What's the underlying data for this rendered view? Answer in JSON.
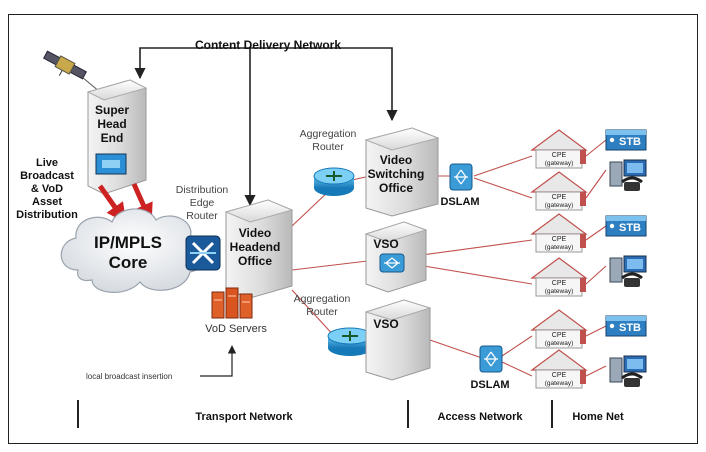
{
  "title": "Content Delivery Network",
  "nodes": {
    "super_head_end": [
      "Super",
      "Head",
      "End"
    ],
    "live_broadcast": [
      "Live",
      "Broadcast",
      "& VoD",
      "Asset",
      "Distribution"
    ],
    "core": [
      "IP/MPLS",
      "Core"
    ],
    "distribution_router": [
      "Distribution",
      "Edge",
      "Router"
    ],
    "video_headend_office": [
      "Video",
      "Headend",
      "Office"
    ],
    "vod_servers": "VoD Servers",
    "local_insertion": "local broadcast insertion",
    "aggregation_router_top": [
      "Aggregation",
      "Router"
    ],
    "aggregation_router_bottom": [
      "Aggregation",
      "Router"
    ],
    "vso_top": [
      "Video",
      "Switching",
      "Office"
    ],
    "vso_middle": "VSO",
    "vso_bottom": "VSO",
    "dslam_top": "DSLAM",
    "dslam_bottom": "DSLAM"
  },
  "home": {
    "cpe_label": "CPE",
    "gateway_label": "(gateway)",
    "stb_label": "STB"
  },
  "sections": [
    "Transport Network",
    "Access Network",
    "Home Net"
  ],
  "colors": {
    "arrow_red": "#cc2222",
    "router_blue": "#1e8fd0",
    "router_dark": "#1a4f8a",
    "server_orange": "#e0602a",
    "link_red": "#c0504d",
    "dslam_blue": "#3b9bd6"
  },
  "icons": [
    "satellite-icon",
    "building-icon",
    "cloud-icon",
    "router-icon",
    "server-icon",
    "dslam-icon",
    "house-icon",
    "stb-icon",
    "computer-icon",
    "phone-icon"
  ]
}
